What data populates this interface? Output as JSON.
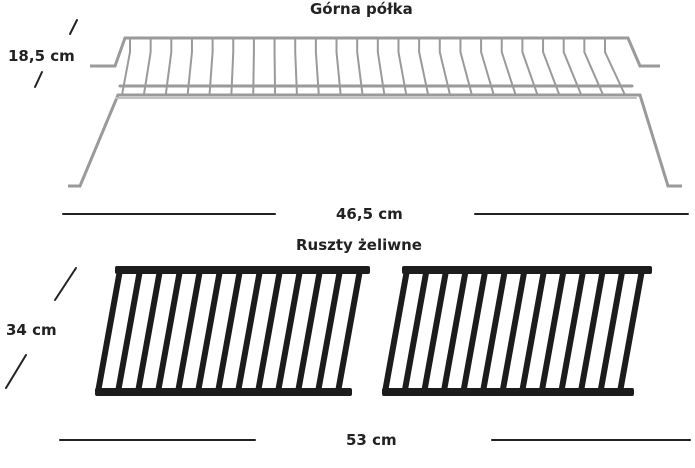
{
  "top_shelf": {
    "title": "Górna półka",
    "height_label": "18,5 cm",
    "width_label": "46,5 cm",
    "color": "#9a9a9a"
  },
  "grates": {
    "title": "Ruszty żeliwne",
    "depth_label": "34 cm",
    "width_label": "53 cm",
    "color": "#1c1c1c"
  }
}
